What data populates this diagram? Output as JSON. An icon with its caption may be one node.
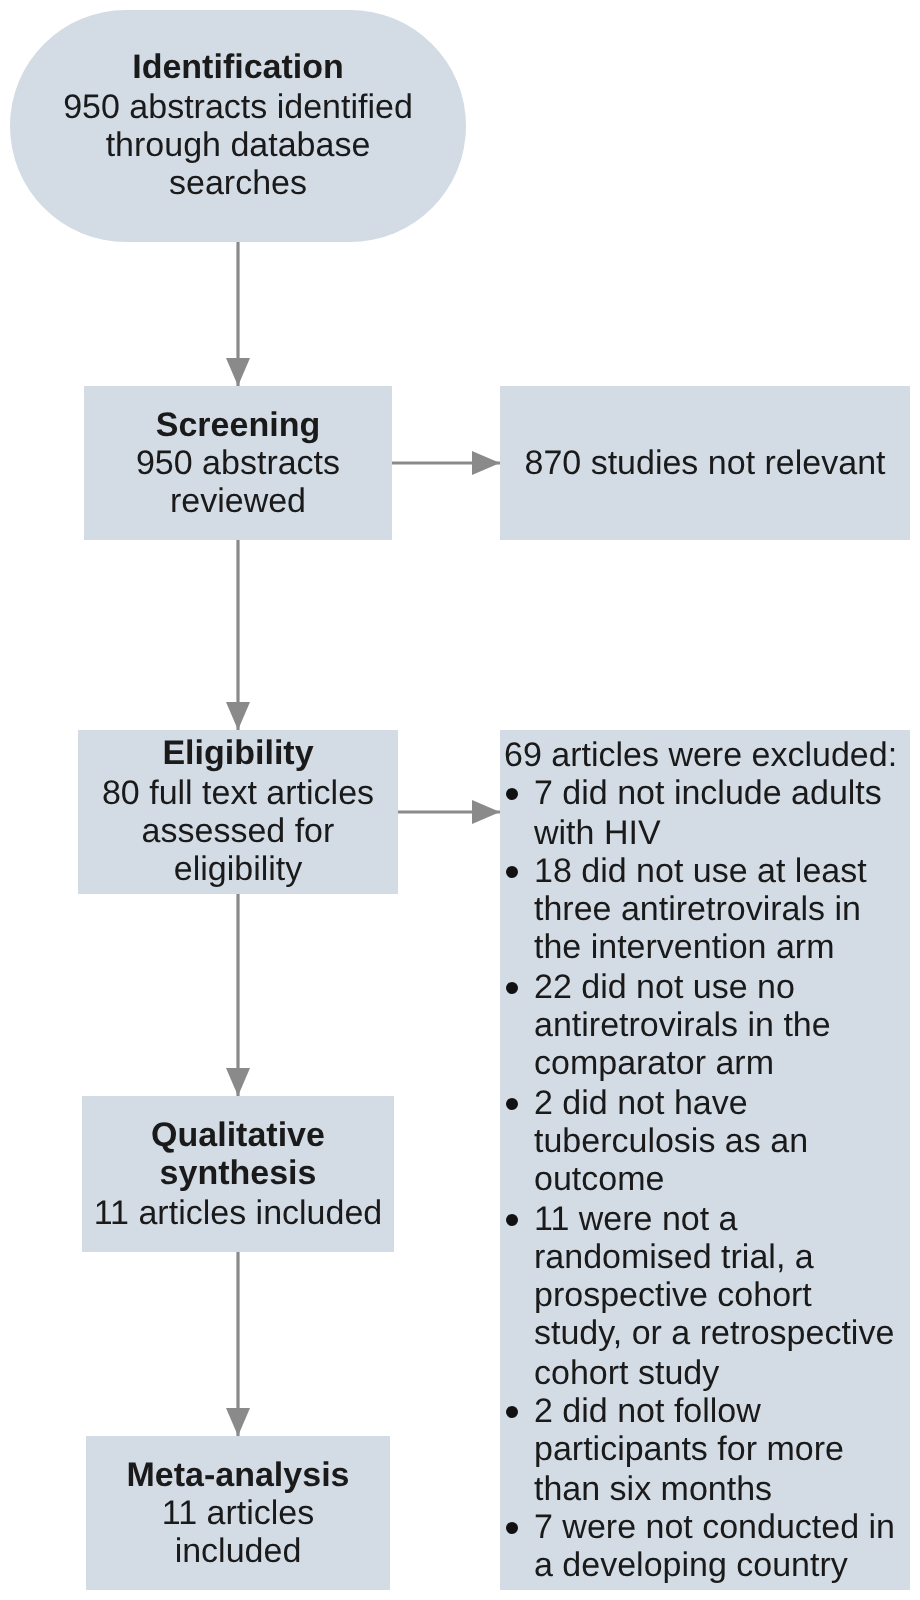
{
  "diagram": {
    "nodes": [
      {
        "text": [
          "Identification",
          "950 abstracts identified through database searches"
        ]
      },
      {
        "text": [
          "Screening",
          "950 abstracts reviewed"
        ]
      },
      {
        "text": [
          "870 studies not relevant"
        ]
      },
      {
        "text": [
          "Eligibility",
          "80 full text articles assessed for eligibility"
        ]
      },
      {
        "text": [
          "69 articles were excluded:",
          "7 did not include adults with HIV",
          "18 did not use at least three antiretrovirals in the intervention arm",
          "22 did not use no antiretrovirals in the comparator arm",
          "2 did not have tuberculosis as an outcome",
          "11 were not a randomised trial, a prospective cohort study, or a retrospective cohort study",
          "2 did not follow participants for more than six months",
          "7 were not conducted in a developing country"
        ]
      },
      {
        "text": [
          "Qualitative synthesis",
          "11 articles included"
        ]
      },
      {
        "text": [
          "Meta-analysis",
          "11 articles included"
        ]
      }
    ],
    "edges": [
      {
        "from": 0,
        "to": 1,
        "arrow": "to"
      },
      {
        "from": 1,
        "to": 2,
        "arrow": "to"
      },
      {
        "from": 1,
        "to": 3,
        "arrow": "to"
      },
      {
        "from": 3,
        "to": 4,
        "arrow": "to"
      },
      {
        "from": 3,
        "to": 5,
        "arrow": "to"
      },
      {
        "from": 5,
        "to": 6,
        "arrow": "to"
      }
    ]
  }
}
